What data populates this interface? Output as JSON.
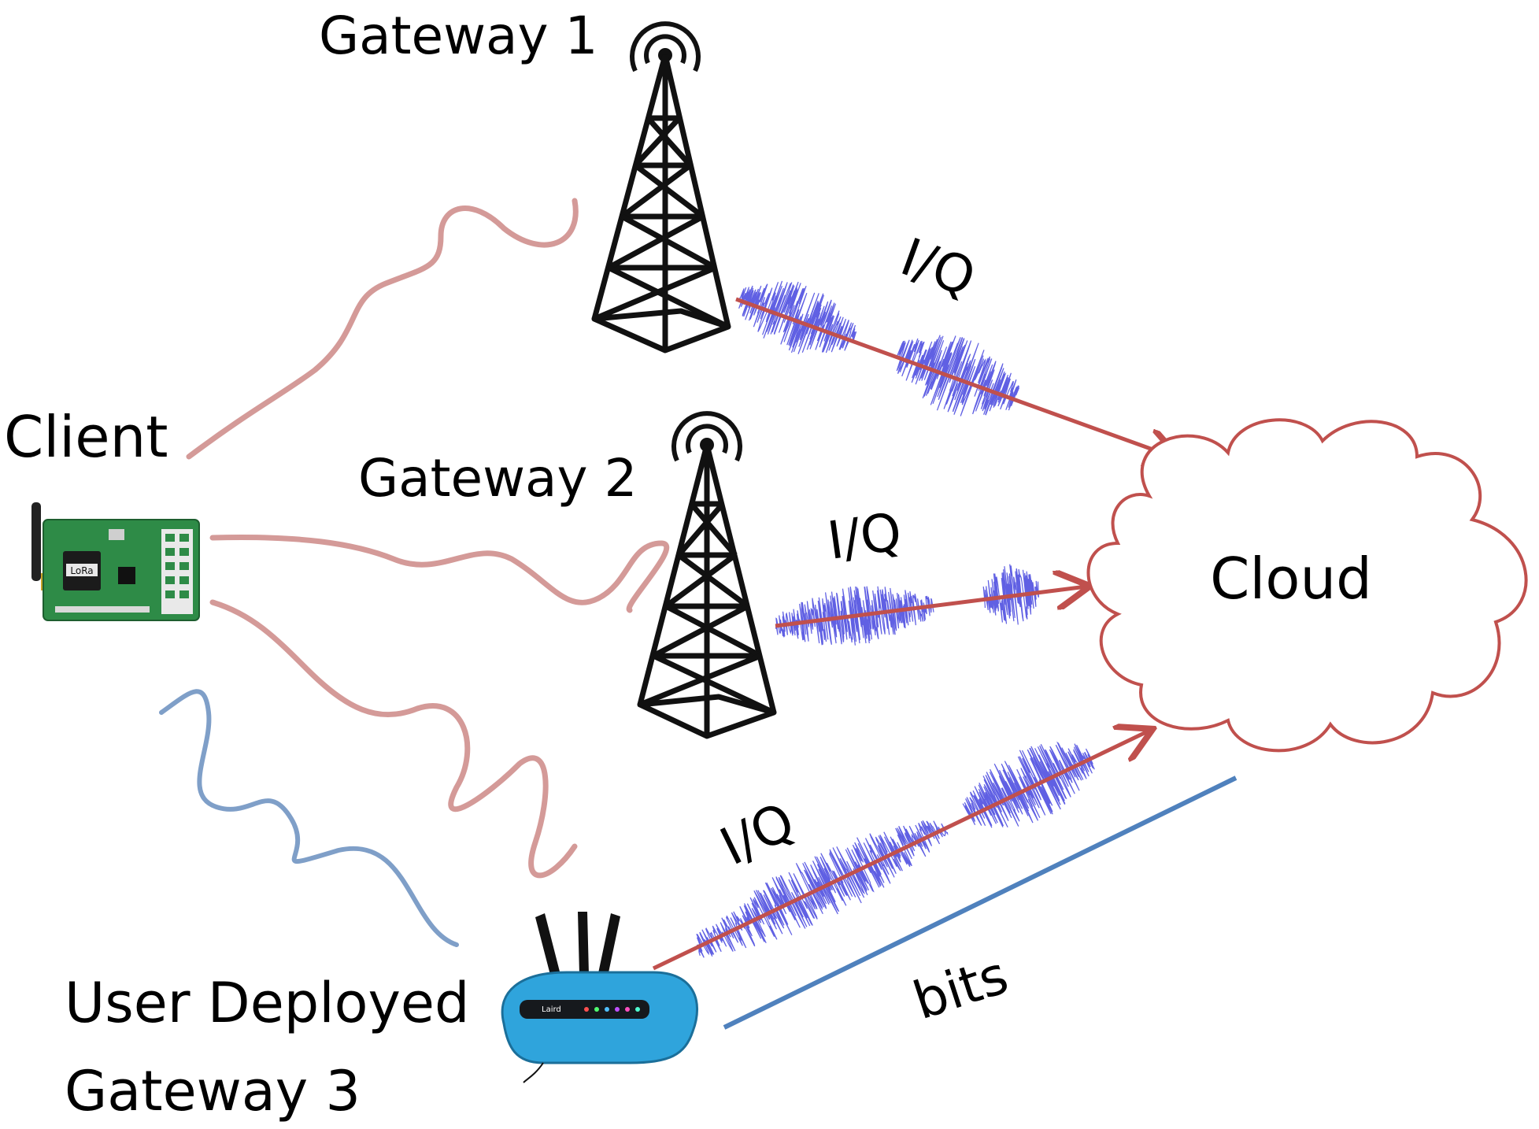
{
  "labels": {
    "gateway1": "Gateway 1",
    "gateway2": "Gateway 2",
    "gateway3_line1": "User Deployed",
    "gateway3_line2": "Gateway 3",
    "client": "Client",
    "cloud": "Cloud",
    "iq1": "I/Q",
    "iq2": "I/Q",
    "iq3": "I/Q",
    "bits": "bits",
    "lora_chip": "LoRa",
    "router_brand": "Laird"
  },
  "colors": {
    "signal_red": "#c0504d",
    "wave_red": "#d49a98",
    "wave_blue": "#7f9fc8",
    "bits_blue": "#4f81bd",
    "noise_blue": "#2b2bd9",
    "cloud_stroke": "#c0504d",
    "tower": "#111111",
    "pcb_green": "#2e8b47",
    "router_blue": "#2fa4dc"
  },
  "icons": [
    "tower-icon",
    "antenna-signal-icon",
    "lora-board-icon",
    "router-icon",
    "cloud-icon"
  ]
}
